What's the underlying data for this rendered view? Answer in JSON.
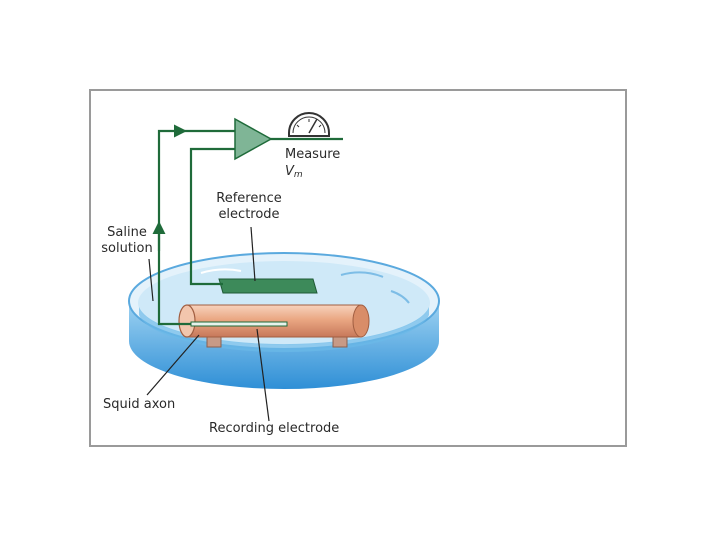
{
  "labels": {
    "measure": "Measure",
    "vm_main": "V",
    "vm_sub": "m",
    "reference_line1": "Reference",
    "reference_line2": "electrode",
    "saline_line1": "Saline",
    "saline_line2": "solution",
    "squid_axon": "Squid axon",
    "recording_electrode": "Recording electrode"
  },
  "colors": {
    "wire": "#1f6b3a",
    "amplifier": "#7fb596",
    "saline_light": "#cfe9f8",
    "saline_dark": "#3a9ad9",
    "axon": "#e9a783",
    "electrode_plate": "#3d8a5a",
    "support_block": "#c79a86",
    "frame_border": "#9a9a9a"
  },
  "icons": [
    "voltmeter-icon",
    "amplifier-icon",
    "arrow-icon"
  ]
}
